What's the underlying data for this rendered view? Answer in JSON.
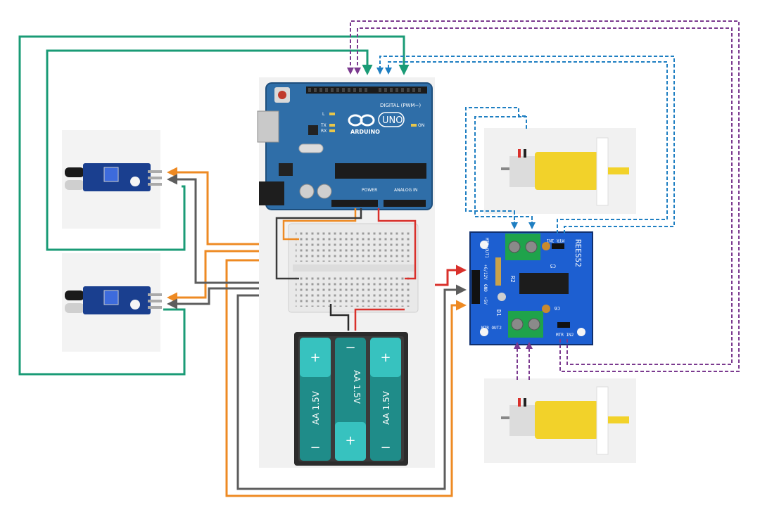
{
  "arduino": {
    "brand": "ARDUINO",
    "model": "UNO",
    "digital_header_label": "DIGITAL (PWM~)",
    "power_header_label": "POWER",
    "analog_header_label": "ANALOG IN",
    "led_on": "ON",
    "led_l": "L",
    "led_tx": "TX",
    "led_rx": "RX"
  },
  "battery": {
    "cells": [
      {
        "label": "AA 1.5V",
        "top": "+",
        "bottom": "−"
      },
      {
        "label": "AA 1.5V",
        "top": "−",
        "bottom": "+"
      },
      {
        "label": "AA 1.5V",
        "top": "+",
        "bottom": "−"
      }
    ]
  },
  "driver": {
    "title": "REES52",
    "mtr_out1": "MTR OUT1",
    "mtr_out2": "MTR OUT2",
    "mtr_in1": "MTR IN1",
    "mtr_in2": "MTR IN2",
    "r2": "R2",
    "d1": "D1",
    "c5": "C5",
    "c6": "C6",
    "pin_labels": [
      "+6/12V",
      "GND",
      "+5V"
    ]
  },
  "colors": {
    "wire_green": "#1a9b76",
    "wire_blue": "#1f7fc2",
    "wire_purple": "#7b3a8f",
    "wire_orange": "#ee8a23",
    "wire_gray": "#5d5d5d",
    "wire_red": "#d9302b",
    "arduino_blue": "#2f6ea8",
    "driver_blue": "#1d5fd1",
    "battery_teal": "#1f8c89",
    "motor_yellow": "#f2d22a"
  }
}
